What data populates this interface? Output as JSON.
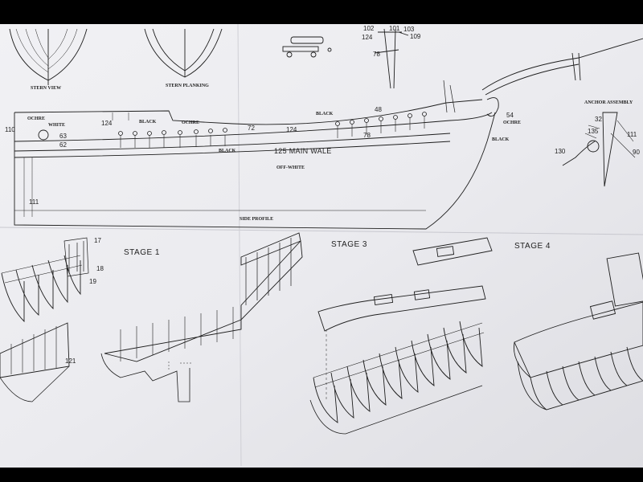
{
  "plan": {
    "views": {
      "stern_view": "STERN VIEW",
      "stern_planking": "STERN PLANKING",
      "side_profile": "SIDE PROFILE",
      "anchor_assembly": "ANCHOR ASSEMBLY"
    },
    "stages": {
      "stage1": "STAGE 1",
      "stage3": "STAGE 3",
      "stage4": "STAGE 4"
    },
    "colours": {
      "ochre_left": "OCHRE",
      "white": "WHITE",
      "black_top_mid": "BLACK",
      "ochre_mid": "OCHRE",
      "black_right": "BLACK",
      "ochre_bow": "OCHRE",
      "black_bow": "BLACK",
      "black_low": "BLACK",
      "off_white": "OFF-WHITE"
    },
    "main_wale": "125 MAIN WALE",
    "part_numbers": {
      "p102": "102",
      "p124_top": "124",
      "p101": "101",
      "p103": "103",
      "p109": "109",
      "p78_top": "78",
      "p110": "110",
      "p63": "63",
      "p62": "62",
      "p124_a": "124",
      "p72": "72",
      "p124_b": "124",
      "p78_mid": "78",
      "p48": "48",
      "p54": "54",
      "p111_hull": "111",
      "p32": "32",
      "p135": "135",
      "p111_anchor": "111",
      "p130": "130",
      "p90": "90",
      "p17": "17",
      "p18": "18",
      "p19": "19",
      "p121": "121"
    }
  },
  "colors": {
    "paper": "#ececf0",
    "ink": "#1e1e1e"
  }
}
